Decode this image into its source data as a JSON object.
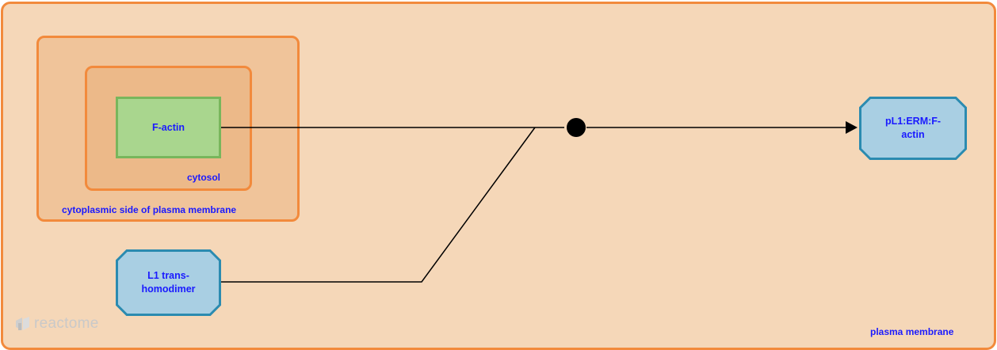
{
  "compartments": {
    "plasma_membrane": "plasma membrane",
    "cytoplasmic_side": "cytoplasmic side of plasma membrane",
    "cytosol": "cytosol"
  },
  "entities": {
    "factin": "F-actin",
    "l1": "L1 trans-\nhomodimer",
    "pl1": "pL1:ERM:F-\nactin"
  },
  "logo": {
    "text": "reactome",
    "icon": "reactome-logo-icon"
  },
  "colors": {
    "compartment_border": "#f28a3c",
    "plasma_membrane_fill": "#f5d7b8",
    "complex_fill": "#a9cfe3",
    "complex_border": "#2b8bb0",
    "entity_fill": "#a9d68e",
    "label_text": "#1a1aff"
  }
}
